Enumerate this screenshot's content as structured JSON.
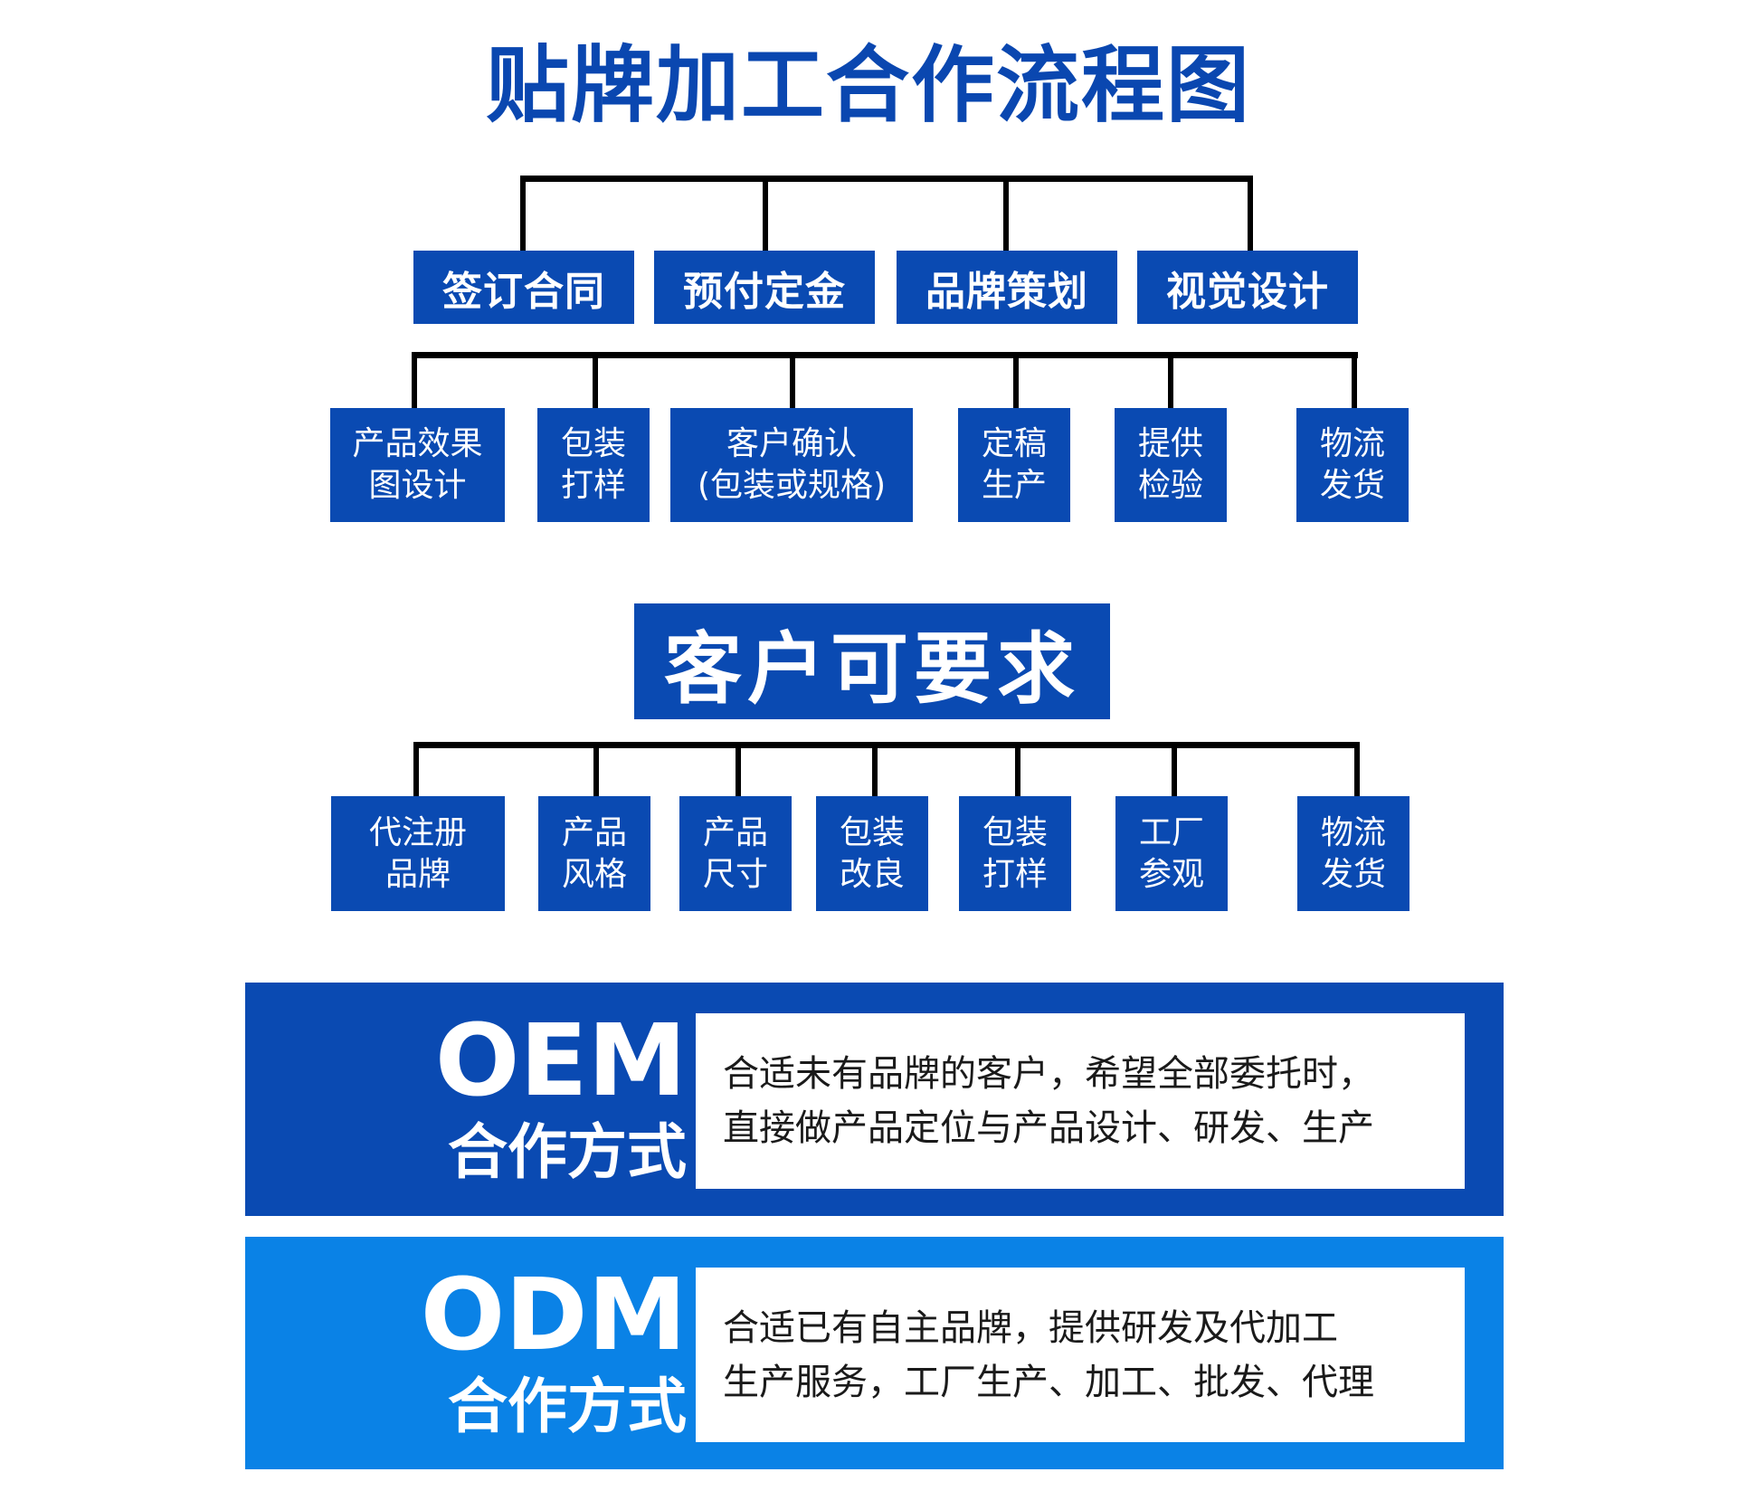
{
  "title": "贴牌加工合作流程图",
  "colors": {
    "primary": "#0a4ab2",
    "secondary": "#0a82e6",
    "connector": "#000000"
  },
  "stage1": {
    "items": [
      {
        "label": "签订合同"
      },
      {
        "label": "预付定金"
      },
      {
        "label": "品牌策划"
      },
      {
        "label": "视觉设计"
      }
    ]
  },
  "stage2": {
    "items": [
      {
        "label": "产品效果\n图设计"
      },
      {
        "label": "包装\n打样"
      },
      {
        "label": "客户确认\n(包装或规格)"
      },
      {
        "label": "定稿\n生产"
      },
      {
        "label": "提供\n检验"
      },
      {
        "label": "物流\n发货"
      }
    ]
  },
  "requirements": {
    "heading": "客户可要求",
    "items": [
      {
        "label": "代注册\n品牌"
      },
      {
        "label": "产品\n风格"
      },
      {
        "label": "产品\n尺寸"
      },
      {
        "label": "包装\n改良"
      },
      {
        "label": "包装\n打样"
      },
      {
        "label": "工厂\n参观"
      },
      {
        "label": "物流\n发货"
      }
    ]
  },
  "modes": [
    {
      "code": "OEM",
      "mode": "合作方式",
      "lines": [
        "合适未有品牌的客户，希望全部委托时，",
        "直接做产品定位与产品设计、研发、生产"
      ]
    },
    {
      "code": "ODM",
      "mode": "合作方式",
      "lines": [
        "合适已有自主品牌，提供研发及代加工",
        "生产服务，工厂生产、加工、批发、代理"
      ]
    }
  ]
}
